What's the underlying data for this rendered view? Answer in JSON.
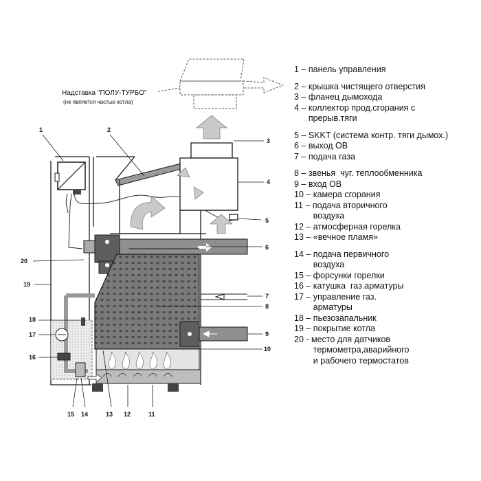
{
  "attachment": {
    "title": "Надставка \"ПОЛУ-ТУРБО\"",
    "subtitle": "(не является частью котла)"
  },
  "callouts": [
    "1",
    "2",
    "3",
    "4",
    "5",
    "6",
    "7",
    "8",
    "9",
    "10",
    "11",
    "12",
    "13",
    "14",
    "15",
    "16",
    "17",
    "18",
    "19",
    "20"
  ],
  "legend": [
    "1 – панель управления",
    "2 – крышка чистящего отверстия",
    "3 – фланец дымохода",
    "4 – коллектор прод.сгорания с\n      прерыв.тяги",
    "5 – SKKT (система контр. тяги дымох.)",
    "6 – выход ОВ",
    "7 – подача газа",
    "8 – звенья  чуг. теплообменника",
    "9 – вход ОВ",
    "10 – камера сгорания",
    "11 – подача вторичного\n        воздуха",
    "12 – атмосферная горелка",
    "13 – «вечное пламя»",
    "14 – подача первичного\n        воздуха",
    "15 – форсунки горелки",
    "16 – катушка  газ.арматуры",
    "17 – управление газ.\n        арматуры",
    "18 – пьезозапальник",
    "19 – покрытие котла",
    "20 - место для датчиков\n        термометра,аварийного\n        и рабочего термостатов"
  ],
  "colors": {
    "line": "#1a1a1a",
    "shade_light": "#d2d2d2",
    "shade_mid": "#a8a8a8",
    "shade_dark": "#6e6e6e",
    "arrow_fill": "#c9c9c9"
  }
}
